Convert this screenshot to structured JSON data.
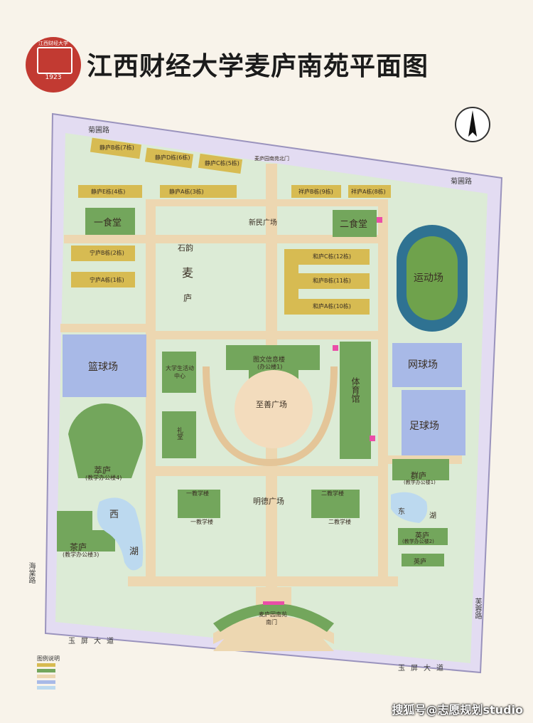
{
  "header": {
    "title": "江西财经大学麦庐南苑平面图",
    "seal_year": "1923",
    "seal_text": "江西财经大学"
  },
  "watermark": "搜狐号@志愿规划studio",
  "roads": {
    "ju_yuan_top": "菊圃路",
    "ju_yuan_right": "菊圃路",
    "hai_tang": "海棠路",
    "fu_rong": "芙蓉路",
    "yu_ping_left": "玉屏大道",
    "yu_ping_right": "玉屏大道"
  },
  "buildings": {
    "jinglu_b": "静庐B栋(7栋)",
    "jinglu_d": "静庐D栋(6栋)",
    "jinglu_c": "静庐C栋(5栋)",
    "jinglu_e": "静庐E栋(4栋)",
    "jinglu_a": "静庐A栋(3栋)",
    "xianglu_b": "祥庐B栋(9栋)",
    "xianglu_a": "祥庐A栋(8栋)",
    "north_gate": "麦庐园南苑北门",
    "canteen1": "一食堂",
    "canteen2": "二食堂",
    "xinmin_square": "新民广场",
    "ninglu_b": "宁庐B栋(2栋)",
    "ninglu_a": "宁庐A栋(1栋)",
    "helu_c": "和庐C栋(12栋)",
    "helu_b": "和庐B栋(11栋)",
    "helu_a": "和庐A栋(10栋)",
    "stadium": "运动场",
    "shiyun": "石韵",
    "mai": "麦",
    "lu": "庐",
    "basketball": "篮球场",
    "library": "图文信息楼",
    "library_sub": "(办公楼1)",
    "zhishan_square": "至善广场",
    "student_center": "大学生活动中心",
    "auditorium": "礼堂",
    "gym": "体育馆",
    "tennis": "网球场",
    "football": "足球场",
    "cuilu": "萃庐",
    "cuilu_sub": "(教学办公楼4)",
    "qunlu": "群庐",
    "qunlu_sub": "(教学办公楼1)",
    "mingde_square": "明德广场",
    "teach1_top": "一教学楼",
    "teach1_bottom": "一教学楼",
    "teach2_top": "二教学楼",
    "teach2_bottom": "二教学楼",
    "west_lake_1": "西",
    "west_lake_2": "湖",
    "east_lake_1": "东",
    "east_lake_2": "湖",
    "chalu": "茶庐",
    "chalu_sub": "(教学办公楼3)",
    "yinglu": "英庐",
    "yinglu_sub": "(教学办公楼2)",
    "yinglu2": "英庐",
    "south_gate": "麦庐园南苑",
    "south_gate2": "南门",
    "legend": "图例说明"
  },
  "colors": {
    "outer": "#dad5f0",
    "campus": "#dcead4",
    "road": "#edd6b0",
    "dorm": "#d6ba4f",
    "green_building": "#71a55b",
    "court": "#a6b8e6",
    "water": "#b9d8ee",
    "track": "#2e6f91",
    "field": "#6fa24c",
    "seal": "#c23a32",
    "pink": "#e94ca6"
  }
}
